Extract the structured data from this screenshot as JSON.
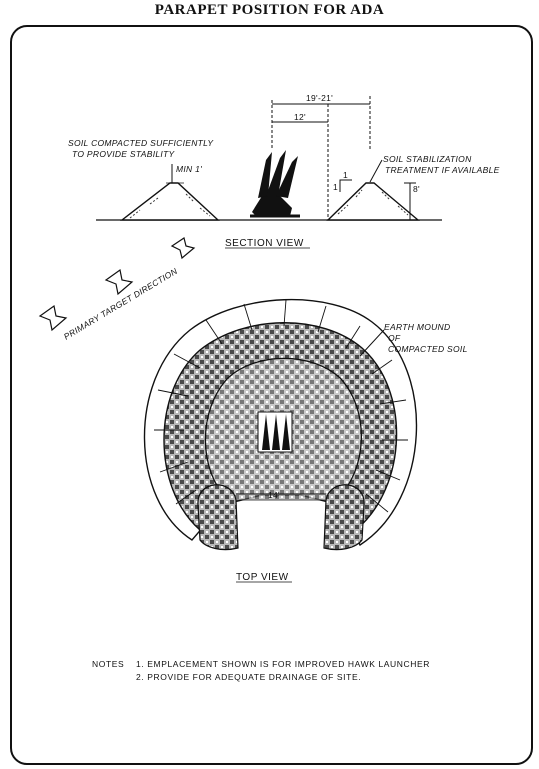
{
  "title": "PARAPET POSITION FOR ADA",
  "section_view": {
    "heading": "SECTION VIEW",
    "soil_label_line1": "SOIL COMPACTED SUFFICIENTLY",
    "soil_label_line2": "TO PROVIDE STABILITY",
    "min_label": "MIN 1'",
    "stab_label_line1": "SOIL STABILIZATION",
    "stab_label_line2": "TREATMENT IF AVAILABLE",
    "dim_outer": "19'-21'",
    "dim_inner": "12'",
    "slope_rise": "1",
    "slope_run": "1",
    "height_mark": "8'"
  },
  "top_view": {
    "heading": "TOP VIEW",
    "earth_label_line1": "EARTH MOUND",
    "earth_label_line2": "OF",
    "earth_label_line3": "COMPACTED SOIL",
    "width_dim": "14'",
    "direction_label": "PRIMARY TARGET DIRECTION"
  },
  "notes": {
    "prefix": "NOTES",
    "items": [
      "1. EMPLACEMENT SHOWN IS FOR IMPROVED HAWK LAUNCHER",
      "2. PROVIDE FOR ADEQUATE DRAINAGE OF SITE."
    ]
  }
}
